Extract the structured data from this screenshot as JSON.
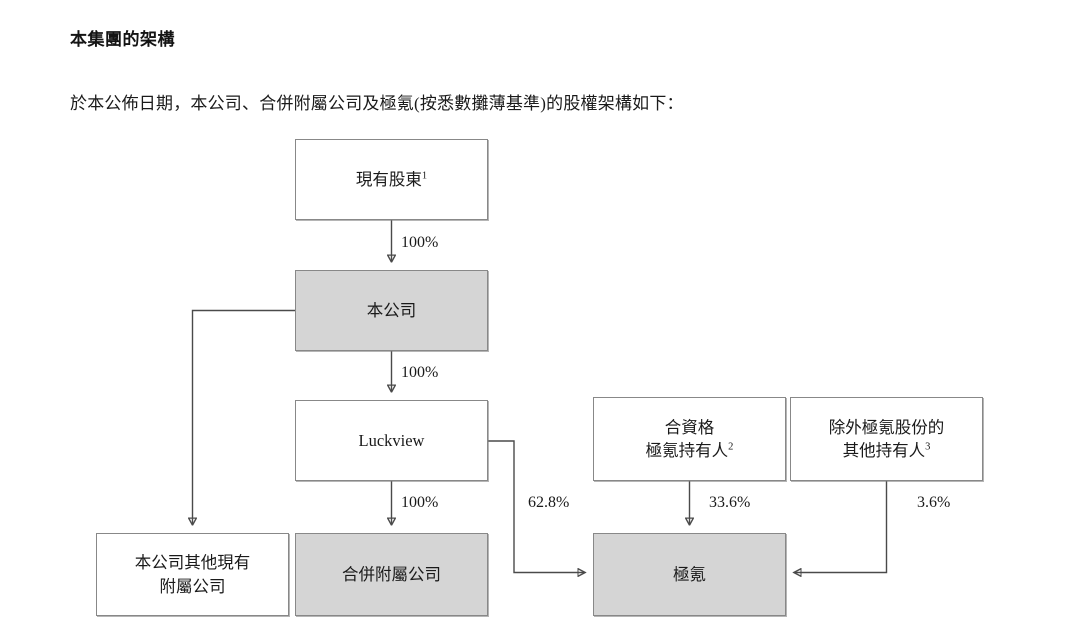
{
  "page": {
    "title": "本集團的架構",
    "intro": "於本公佈日期，本公司、合併附屬公司及極氪(按悉數攤薄基準)的股權架構如下："
  },
  "diagram": {
    "type": "org-chart",
    "nodes": [
      {
        "id": "existing-shareholders",
        "label": "現有股東",
        "footnote": "1",
        "shaded": false
      },
      {
        "id": "company",
        "label": "本公司",
        "footnote": "",
        "shaded": true
      },
      {
        "id": "luckview",
        "label": "Luckview",
        "footnote": "",
        "shaded": false
      },
      {
        "id": "other-subsidiaries",
        "label": "本公司其他現有\n附屬公司",
        "footnote": "",
        "shaded": false
      },
      {
        "id": "consolidated-subs",
        "label": "合併附屬公司",
        "footnote": "",
        "shaded": true
      },
      {
        "id": "eligible-holders",
        "label": "合資格\n極氪持有人",
        "footnote": "2",
        "shaded": false
      },
      {
        "id": "other-holders",
        "label": "除外極氪股份的\n其他持有人",
        "footnote": "3",
        "shaded": false
      },
      {
        "id": "zeekr",
        "label": "極氪",
        "footnote": "",
        "shaded": true
      }
    ],
    "edges": [
      {
        "from": "existing-shareholders",
        "to": "company",
        "percent": "100%"
      },
      {
        "from": "company",
        "to": "luckview",
        "percent": "100%"
      },
      {
        "from": "company",
        "to": "other-subsidiaries",
        "percent": ""
      },
      {
        "from": "luckview",
        "to": "consolidated-subs",
        "percent": "100%"
      },
      {
        "from": "luckview",
        "to": "zeekr",
        "percent": "62.8%"
      },
      {
        "from": "eligible-holders",
        "to": "zeekr",
        "percent": "33.6%"
      },
      {
        "from": "other-holders",
        "to": "zeekr",
        "percent": "3.6%"
      }
    ],
    "percent_labels": {
      "shareholders_to_company": "100%",
      "company_to_luckview": "100%",
      "luckview_to_consolidated": "100%",
      "luckview_to_zeekr": "62.8%",
      "eligible_to_zeekr": "33.6%",
      "other_to_zeekr": "3.6%"
    },
    "colors": {
      "shaded_fill": "#d5d5d5",
      "plain_fill": "#ffffff",
      "border": "#888888",
      "connector": "#4a4a4a",
      "text": "#1a1a1a"
    }
  }
}
